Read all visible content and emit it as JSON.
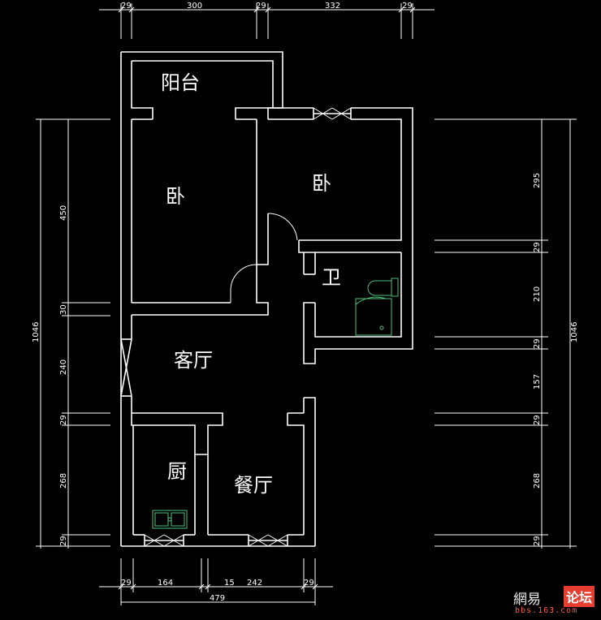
{
  "rooms": {
    "balcony": "阳台",
    "bedroom_left": "卧",
    "bedroom_right": "卧",
    "bathroom": "卫",
    "living_room": "客厅",
    "kitchen": "厨",
    "dining_room": "餐厅"
  },
  "dimensions": {
    "top": [
      "29",
      "300",
      "29",
      "332",
      "29"
    ],
    "bottom": [
      "29",
      "164",
      "15",
      "242",
      "29"
    ],
    "bottom_total": "479",
    "left": [
      "450",
      "30",
      "240",
      "29",
      "268",
      "29"
    ],
    "left_total": "1046",
    "right": [
      "295",
      "29",
      "210",
      "29",
      "157",
      "29",
      "268",
      "29"
    ],
    "right_total": "1046"
  },
  "watermark": {
    "brand": "網易",
    "forum": "论坛",
    "domain": "bbs.163.com"
  }
}
